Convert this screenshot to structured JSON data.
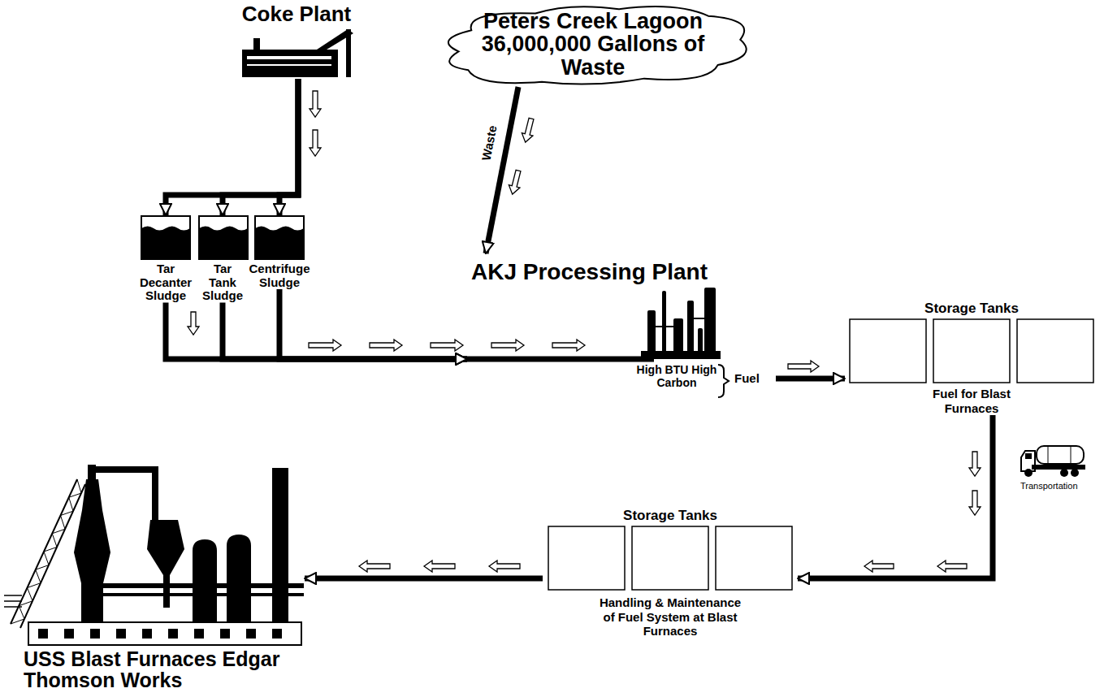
{
  "diagram": {
    "nodes": [
      {
        "text": [
          "Coke Plant"
        ]
      },
      {
        "text": [
          "Peters Creek Lagoon 36,000,000 Gallons of Waste"
        ]
      },
      {
        "text": [
          "Tar Decanter Sludge"
        ]
      },
      {
        "text": [
          "Tar Tank Sludge"
        ]
      },
      {
        "text": [
          "Centrifuge Sludge"
        ]
      },
      {
        "text": [
          "AKJ Processing Plant",
          "High BTU High Carbon"
        ]
      },
      {
        "text": [
          "Storage Tanks",
          "Fuel for Blast Furnaces"
        ]
      },
      {
        "text": [
          "Storage Tanks",
          "Handling & Maintenance of Fuel System at Blast Furnaces"
        ]
      },
      {
        "text": [
          "USS Blast Furnaces Edgar Thomson Works"
        ]
      }
    ],
    "edges": [
      {
        "from": 0,
        "to": 2,
        "arrow": "to"
      },
      {
        "from": 0,
        "to": 3,
        "arrow": "to"
      },
      {
        "from": 0,
        "to": 4,
        "arrow": "to"
      },
      {
        "from": 2,
        "to": 5,
        "arrow": "to"
      },
      {
        "from": 3,
        "to": 5,
        "arrow": "to"
      },
      {
        "from": 4,
        "to": 5,
        "arrow": "to"
      },
      {
        "from": 1,
        "to": 5,
        "label": "Waste",
        "arrow": "to"
      },
      {
        "from": 5,
        "to": 6,
        "arrow": "to"
      },
      {
        "from": 6,
        "to": 7,
        "arrow": "to"
      },
      {
        "from": 7,
        "to": 8,
        "arrow": "to"
      }
    ],
    "labels": [
      "Fuel",
      "Transportation"
    ]
  }
}
